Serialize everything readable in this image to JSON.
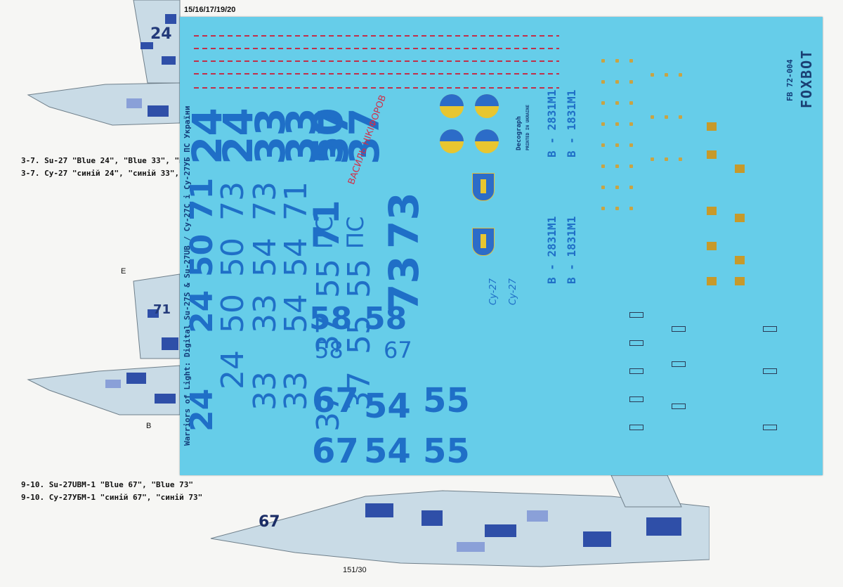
{
  "header": {
    "sheet_refs": "15/16/17/19/20"
  },
  "captions": {
    "c1_en": "3-7. Su-27 \"Blue 24\",  \"Blue 33\",  \"B",
    "c1_ua": "3-7. Су-27 \"синій 24\",  \"синій 33\",",
    "c2_en": "9-10. Su-27UBM-1 \"Blue 67\",  \"Blue 73\"",
    "c2_ua": "9-10. Су-27УБМ-1 \"синій 67\",  \"синій 73\""
  },
  "callouts": {
    "e": "E",
    "b": "B",
    "nose_ref": "151/30",
    "jet_number": "67",
    "jet_number_mid": "71",
    "jet_number_top": "24"
  },
  "sheet": {
    "title_vertical": "Warriors of Light: Digital Su-27S & Su-27UB / Су-27С і Су-27УБ ПС України",
    "brand": "FOXBOT",
    "code": "FB 72-004",
    "printed": "PRINTED IN UKRAINE",
    "printer": "Decograph",
    "name_label": "ВАСИЛЬ НІКІФОРОВ",
    "su27_label": "Су-27",
    "serial_a": "В - 2831М1",
    "serial_b": "В - 1831М1"
  },
  "columns": {
    "col1": [
      "24",
      "71",
      "50",
      "24",
      "24"
    ],
    "col2": [
      "24",
      "73",
      "50",
      "50",
      "24"
    ],
    "col3": [
      "33",
      "73",
      "54",
      "33",
      "33"
    ],
    "col4": [
      "33",
      "71",
      "54",
      "54",
      "33"
    ],
    "col5": [
      "37",
      "ПС",
      "55",
      "37",
      "37"
    ],
    "col6": [
      "37",
      "ПС",
      "55",
      "55",
      "37"
    ],
    "col7": [
      "50",
      "71",
      "58",
      "58",
      "67"
    ],
    "col8": [
      "50",
      "58",
      "58",
      "54",
      "67"
    ],
    "col9": [
      "73",
      "73",
      "67",
      "55",
      "55"
    ]
  }
}
